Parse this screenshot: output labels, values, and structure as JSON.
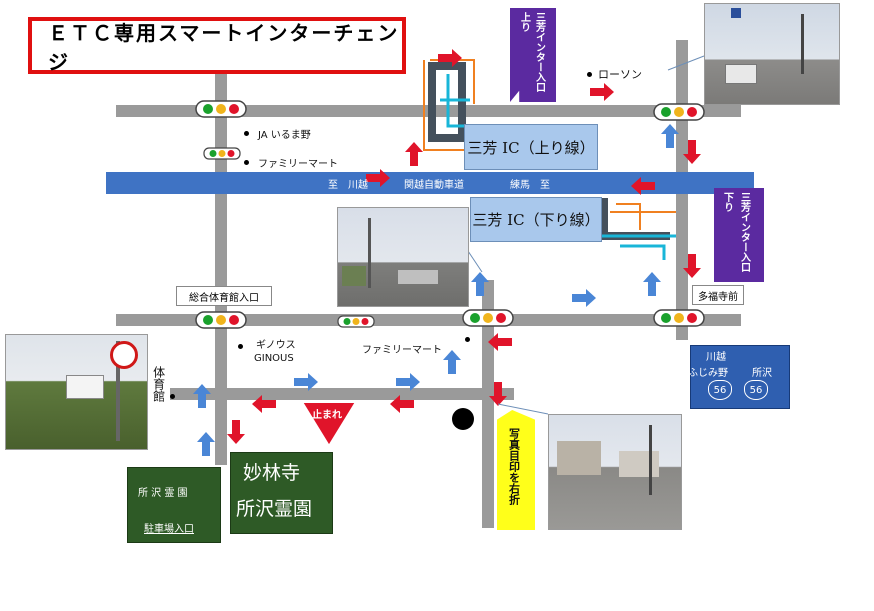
{
  "title": "ＥＴＣ専用スマートインターチェンジ",
  "interchange": {
    "up_label": "三芳 IC（上り線）",
    "down_label": "三芳 IC（下り線）",
    "up_entrance_a": "上り",
    "up_entrance_b": "三芳インター入口",
    "down_entrance_a": "下り",
    "down_entrance_b": "三芳インター入口"
  },
  "expressway": {
    "left": "至　川越",
    "name": "関越自動車道",
    "right": "練馬　至"
  },
  "landmarks": {
    "lawson": "ローソン",
    "ja": "JA いるま野",
    "familymart_top": "ファミリーマート",
    "familymart_mid": "ファミリーマート",
    "sports_hall_entrance": "総合体育館入口",
    "ginous_jp": "ギノウス",
    "ginous_en": "GINOUS",
    "gym": "体育館",
    "tafukuji": "多福寺前",
    "stop": "止まれ",
    "photo_note": "写真目印を右折"
  },
  "route_sign": {
    "top": "川越",
    "left": "ふじみ野",
    "right": "所沢",
    "number": "56"
  },
  "cemetery": {
    "name1": "妙林寺",
    "name2": "所沢霊園",
    "parking_a": "所 沢 霊 園",
    "parking_b": "駐車場入口"
  },
  "colors": {
    "road": "#9a9a9a",
    "expressway": "#3f73c4",
    "ic_box": "#a9c8ec",
    "entrance_tag": "#5b2aa0",
    "arrow_red": "#e0142a",
    "arrow_blue": "#4a86d6",
    "note_yellow": "#ffff1a",
    "cemetery_green": "#2e5a26"
  }
}
